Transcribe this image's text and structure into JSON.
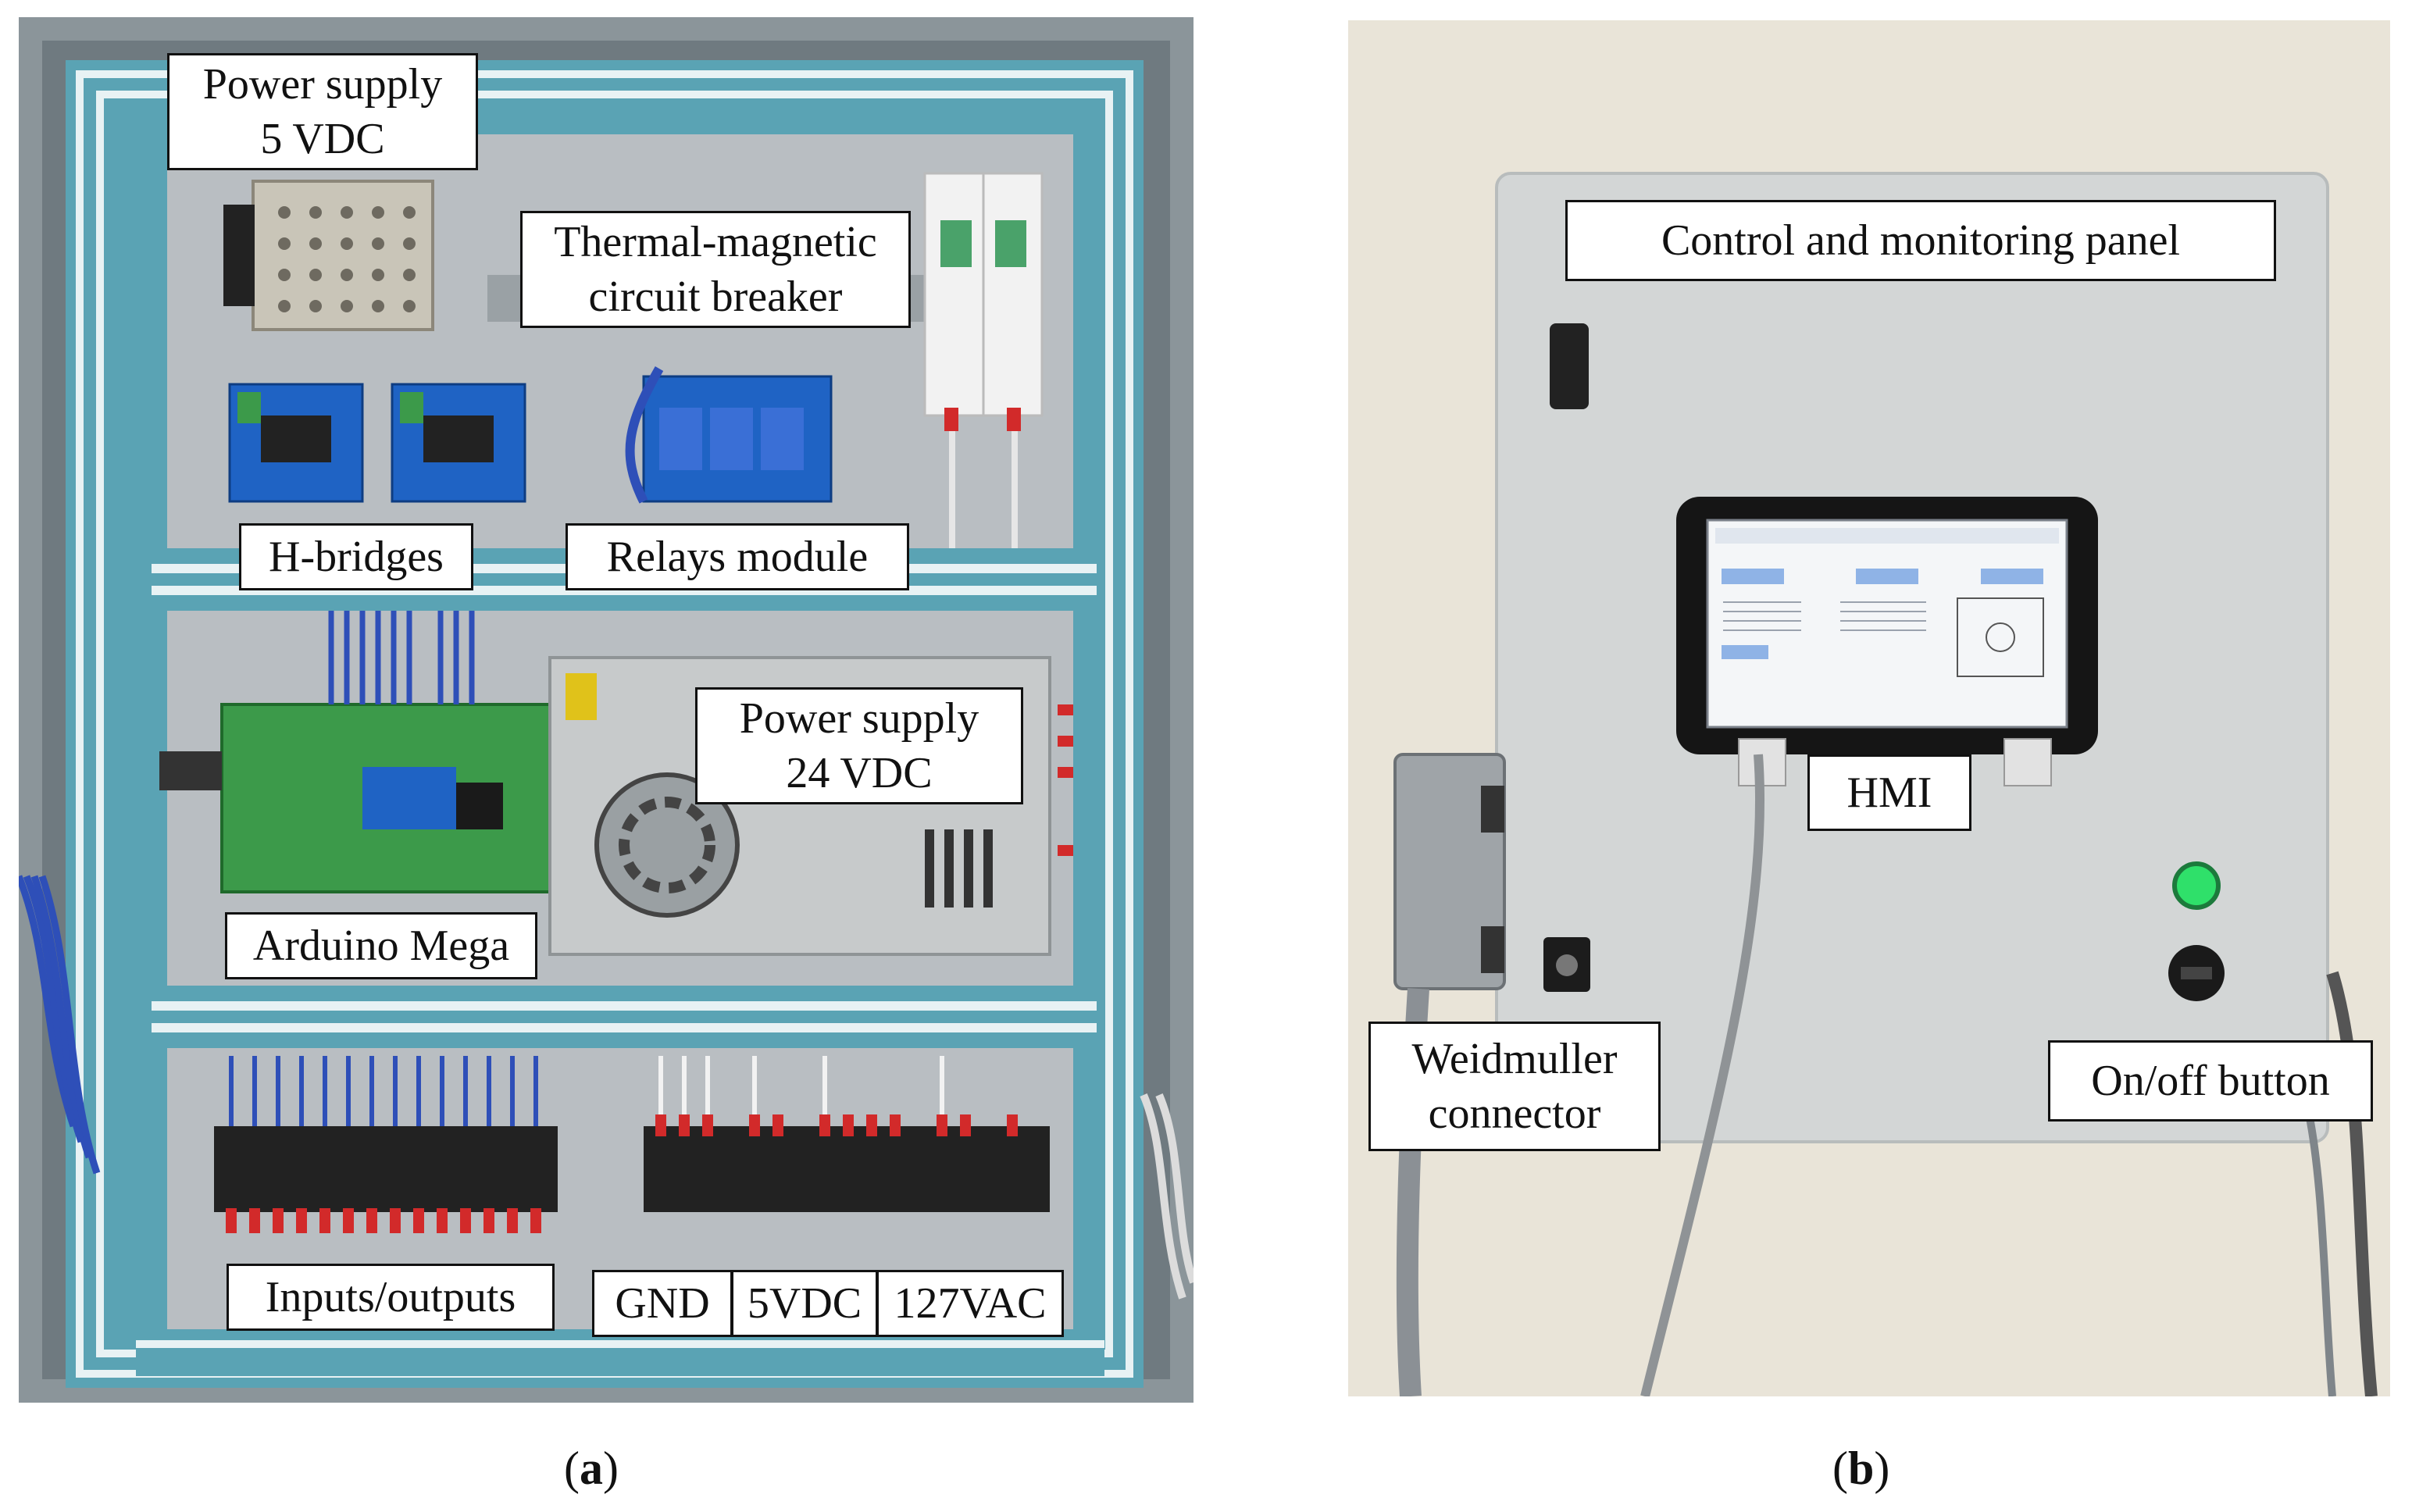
{
  "panel_a": {
    "caption_letter": "a",
    "labels": {
      "power_supply_5vdc": "Power supply\n5 VDC",
      "thermal_magnetic_breaker": "Thermal-magnetic\ncircuit breaker",
      "h_bridges": "H-bridges",
      "relays_module": "Relays module",
      "power_supply_24vdc": "Power supply\n24 VDC",
      "arduino_mega": "Arduino Mega",
      "inputs_outputs": "Inputs/outputs",
      "gnd": "GND",
      "5vdc": "5VDC",
      "127vac": "127VAC"
    }
  },
  "panel_b": {
    "caption_letter": "b",
    "labels": {
      "control_monitoring_panel": "Control and monitoring panel",
      "hmi": "HMI",
      "weidmuller_connector": "Weidmuller\nconnector",
      "on_off_button": "On/off button"
    }
  },
  "colors": {
    "enclosure_frame": "#5aa3b4",
    "enclosure_stripe": "#e8f2f4",
    "mounting_plate": "#b9bec2",
    "terminal_red": "#d22a2a",
    "wire_blue": "#2e4fb8",
    "panel_grey": "#d3d6d6",
    "led_green": "#2fe06a",
    "board_green": "#3c9a4a",
    "board_blue": "#1f63c4"
  }
}
